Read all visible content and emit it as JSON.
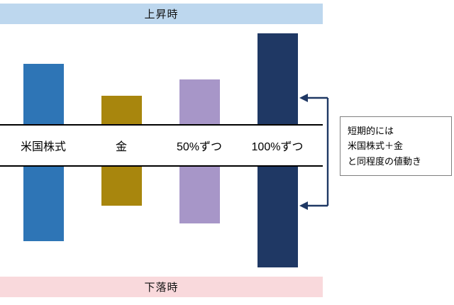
{
  "banners": {
    "top_label": "上昇時",
    "bottom_label": "下落時"
  },
  "chart_data": {
    "type": "bar",
    "title": "",
    "categories": [
      "米国株式",
      "金",
      "50%ずつ",
      "100%ずつ"
    ],
    "series": [
      {
        "name": "上昇時",
        "direction": "up",
        "values": [
          85,
          40,
          63,
          128
        ]
      },
      {
        "name": "下落時",
        "direction": "down",
        "values": [
          105,
          55,
          80,
          142
        ]
      }
    ],
    "bar_colors": [
      "#2e75b6",
      "#a8860d",
      "#a796c8",
      "#1f3864"
    ],
    "legend": "none",
    "grid": "off"
  },
  "annotation": {
    "lines": [
      "短期的には",
      "米国株式＋金",
      "と同程度の値動き"
    ]
  },
  "colors": {
    "top_banner_bg": "#bdd7ee",
    "bottom_banner_bg": "#f9d9dc",
    "arrow": "#1f3864",
    "band_line": "#000000",
    "note_border": "#7f7f7f"
  }
}
